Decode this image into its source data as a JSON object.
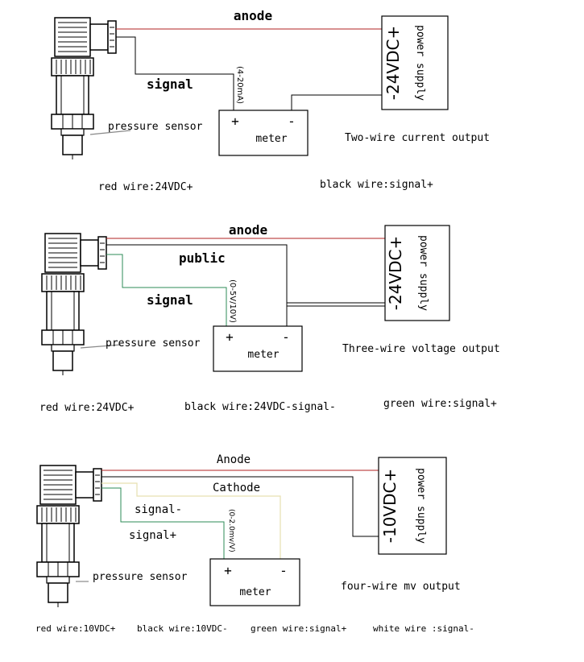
{
  "colors": {
    "red_wire": "#b22222",
    "black_wire": "#000000",
    "green_wire": "#2e8b57",
    "white_wire": "#e6e0b0"
  },
  "sections": [
    {
      "title": "Two-wire current output",
      "wire_labels": {
        "anode": "anode",
        "signal": "signal",
        "range": "(4-20mA)"
      },
      "sensor_label": "pressure sensor",
      "meter": {
        "label": "meter",
        "plus": "+",
        "minus": "-"
      },
      "power": {
        "voltage": "-24VDC+",
        "label": "power supply"
      },
      "legend": [
        "red wire:24VDC+",
        "black wire:signal+"
      ]
    },
    {
      "title": "Three-wire voltage output",
      "wire_labels": {
        "anode": "anode",
        "public": "public",
        "signal": "signal",
        "range": "(0-5V/10V)"
      },
      "sensor_label": "pressure sensor",
      "meter": {
        "label": "meter",
        "plus": "+",
        "minus": "-"
      },
      "power": {
        "voltage": "-24VDC+",
        "label": "power supply"
      },
      "legend": [
        "red wire:24VDC+",
        "black wire:24VDC-signal-",
        "green wire:signal+"
      ]
    },
    {
      "title": "four-wire mv output",
      "wire_labels": {
        "anode": "Anode",
        "cathode": "Cathode",
        "signal_minus": "signal-",
        "signal_plus": "signal+",
        "range": "(0-2.0mv/V)"
      },
      "sensor_label": "pressure sensor",
      "meter": {
        "label": "meter",
        "plus": "+",
        "minus": "-"
      },
      "power": {
        "voltage": "-10VDC+",
        "label": "power supply"
      },
      "legend": [
        "red wire:10VDC+",
        "black wire:10VDC-",
        "green wire:signal+",
        "white wire :signal-"
      ]
    }
  ]
}
